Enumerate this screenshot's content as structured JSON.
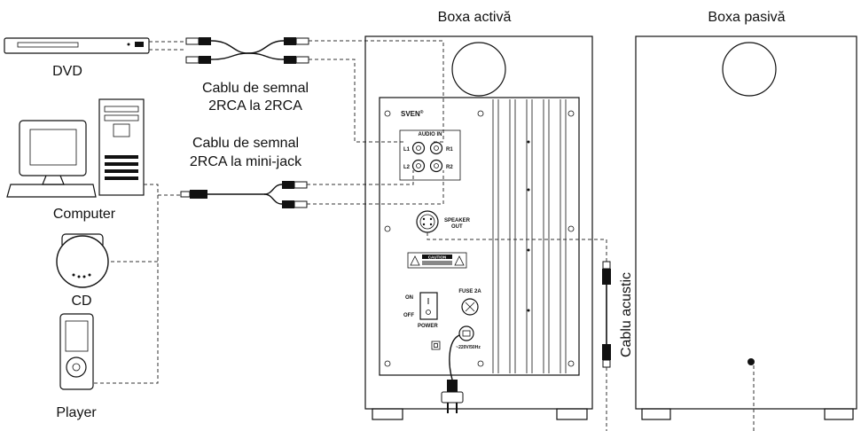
{
  "labels": {
    "active_speaker": "Boxa activă",
    "passive_speaker": "Boxa pasivă",
    "dvd": "DVD",
    "cable_rca_line1": "Cablu de semnal",
    "cable_rca_line2": "2RCA la 2RCA",
    "cable_jack_line1": "Cablu de semnal",
    "cable_jack_line2": "2RCA la mini-jack",
    "computer": "Computer",
    "cd": "CD",
    "player": "Player",
    "speaker_cable": "Cablu acustic"
  },
  "panel": {
    "brand": "SVEN",
    "brand_mark": "®",
    "audio_in": "AUDIO IN",
    "l1": "L1",
    "r1": "R1",
    "l2": "L2",
    "r2": "R2",
    "speaker_out_1": "SPEAKER",
    "speaker_out_2": "OUT",
    "caution": "CAUTION",
    "on": "ON",
    "off": "OFF",
    "power": "POWER",
    "fuse": "FUSE 2A",
    "mains": "~220V/50Hz"
  }
}
